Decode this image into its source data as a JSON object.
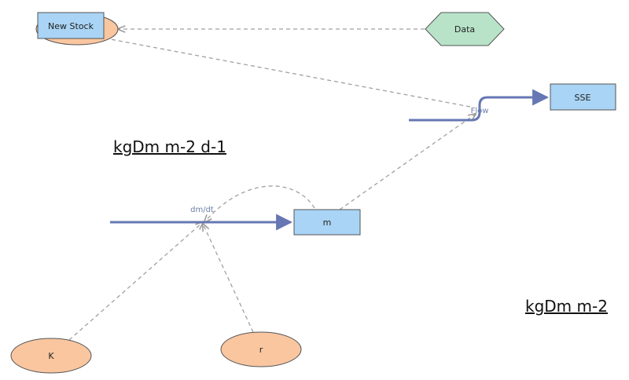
{
  "nodes": {
    "new_stock": "New Stock",
    "data": "Data",
    "sse": "SSE",
    "flow": "Flow",
    "rate": "dm/dt",
    "m": "m",
    "k": "K",
    "r": "r"
  },
  "units": {
    "flow_unit": "kgDm m-2 d-1",
    "stock_unit": "kgDm m-2"
  },
  "colors": {
    "stock_fill": "#a9d4f5",
    "ellipse_fill": "#f9c6a0",
    "data_fill": "#b8e3c8",
    "flow_line": "#6677b3",
    "link_line": "#a0a0a0"
  }
}
